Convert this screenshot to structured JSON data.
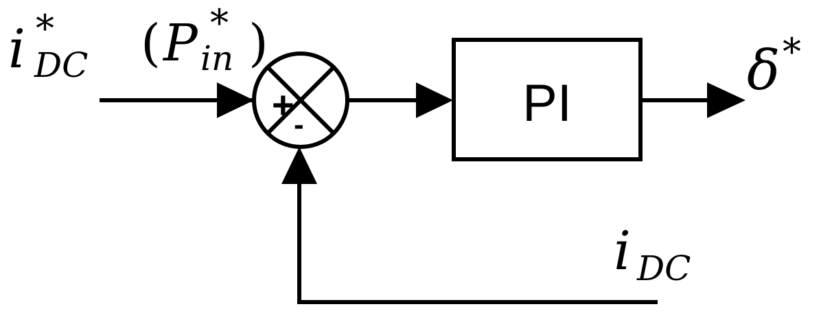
{
  "colors": {
    "stroke": "#000000",
    "background": "#ffffff"
  },
  "inputs": {
    "reference_symbol": "i",
    "reference_subscript": "DC",
    "reference_superscript": "*",
    "alt_open_paren": "(",
    "alt_symbol": "P",
    "alt_subscript": "in",
    "alt_superscript": "*",
    "alt_close_paren": ")"
  },
  "summing_junction": {
    "plus_sign": "+",
    "minus_sign": "-"
  },
  "controller": {
    "label": "PI"
  },
  "output": {
    "symbol": "δ",
    "superscript": "*"
  },
  "feedback": {
    "symbol": "i",
    "subscript": "DC"
  }
}
